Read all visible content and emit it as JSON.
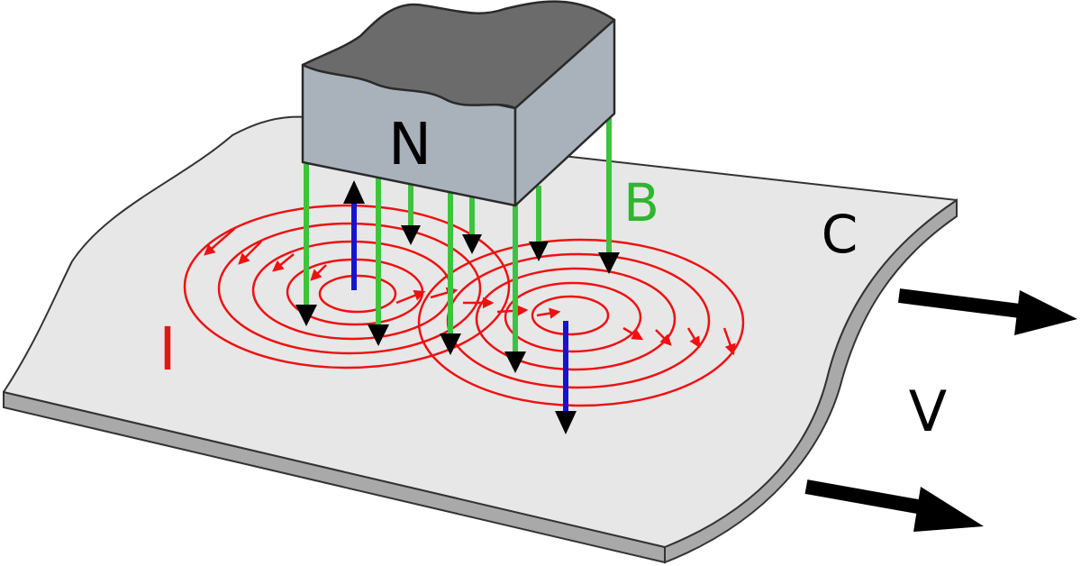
{
  "labels": {
    "magnet_pole": "N",
    "field": "B",
    "conductor": "C",
    "current": "I",
    "velocity": "V"
  },
  "colors": {
    "sheet_top": "#e7e7e7",
    "sheet_edge": "#a9a9a9",
    "magnet_side": "#a9b2ba",
    "magnet_top": "#6b6b6b",
    "field_lines": "#3ec33e",
    "field_label": "#2fb52f",
    "eddy_current": "#ee1111",
    "current_label": "#e01818",
    "force_arrows": "#1515cc",
    "motion_arrows": "#000000"
  }
}
